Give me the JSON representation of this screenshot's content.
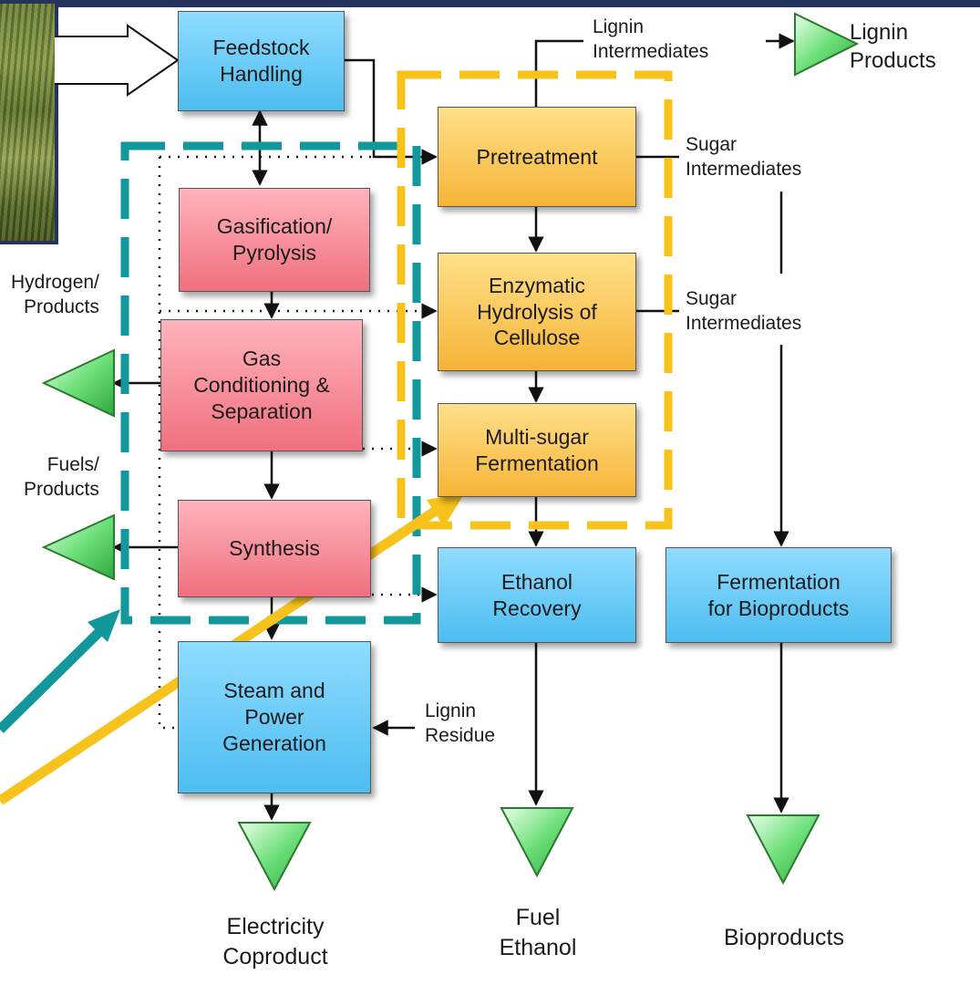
{
  "boxes": {
    "feedstock": "Feedstock\nHandling",
    "pretreatment": "Pretreatment",
    "gasification": "Gasification/\nPyrolysis",
    "enzymatic": "Enzymatic\nHydrolysis of\nCellulose",
    "gas_conditioning": "Gas\nConditioning &\nSeparation",
    "multisugar": "Multi-sugar\nFermentation",
    "synthesis": "Synthesis",
    "ethanol_recovery": "Ethanol\nRecovery",
    "fermentation_bioproducts": "Fermentation\nfor Bioproducts",
    "steam_power": "Steam and\nPower\nGeneration"
  },
  "labels": {
    "lignin_intermediates": "Lignin\nIntermediates",
    "lignin_products": "Lignin\nProducts",
    "sugar_intermediates_1": "Sugar\nIntermediates",
    "sugar_intermediates_2": "Sugar\nIntermediates",
    "hydrogen_products": "Hydrogen/\nProducts",
    "fuels_products": "Fuels/\nProducts",
    "lignin_residue": "Lignin\nResidue",
    "electricity_coproduct": "Electricity\nCoproduct",
    "fuel_ethanol": "Fuel\nEthanol",
    "bioproducts": "Bioproducts"
  },
  "colors": {
    "process_blue": "#4dbdf0",
    "thermo_red": "#f0707e",
    "bio_orange": "#f6b437",
    "teal_outline": "#12979a",
    "yellow_outline": "#f7c21c",
    "product_green": "#5fe070"
  }
}
